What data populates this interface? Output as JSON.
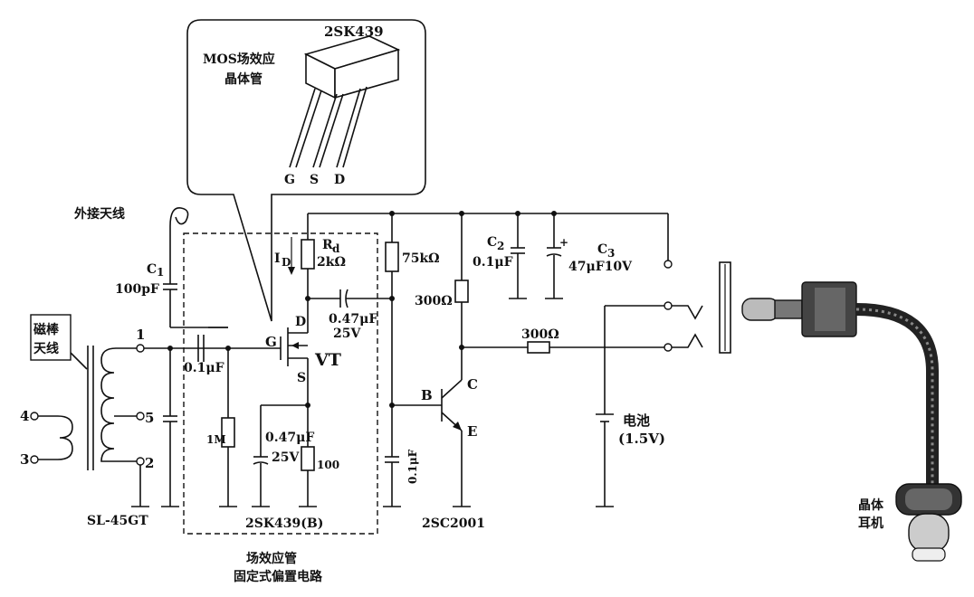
{
  "callout": {
    "part_number": "2SK439",
    "type_line1": "MOS场效应",
    "type_line2": "晶体管",
    "pin_g": "G",
    "pin_s": "S",
    "pin_d": "D"
  },
  "antenna": {
    "external": "外接天线",
    "ferrite_line1": "磁棒",
    "ferrite_line2": "天线",
    "coil_model": "SL-45GT",
    "term_1": "1",
    "term_2": "2",
    "term_3": "3",
    "term_4": "4",
    "term_5": "5"
  },
  "components": {
    "c1_name": "C",
    "c1_sub": "1",
    "c1_value": "100pF",
    "c4_value": "0.1μF",
    "r1_label": "1M",
    "r_d": "R",
    "r_d_sub": "d",
    "r_d_value": "2kΩ",
    "id_label": "I",
    "id_sub": "D",
    "r_75k": "75kΩ",
    "c_047_top": "0.47μF",
    "c_047_top_v": "25V",
    "c_047_bot": "0.47μF",
    "c_047_bot_v": "25V",
    "r_100": "100",
    "gate": "G",
    "drain": "D",
    "source": "S",
    "vt": "VT",
    "fet_model": "2SK439(B)",
    "r_300_a": "300Ω",
    "r_300_b": "300Ω",
    "c2_name": "C",
    "c2_sub": "2",
    "c2_value": "0.1μF",
    "c3_name": "C",
    "c3_sub": "3",
    "c3_value": "47μF10V",
    "c_base": "0.1μF",
    "base": "B",
    "collector": "C",
    "emitter": "E",
    "bjt_model": "2SC2001",
    "battery": "电池",
    "battery_v": "(1.5V)"
  },
  "earphone": {
    "line1": "晶体",
    "line2": "耳机"
  },
  "caption": {
    "line1": "场效应管",
    "line2": "固定式偏置电路"
  }
}
